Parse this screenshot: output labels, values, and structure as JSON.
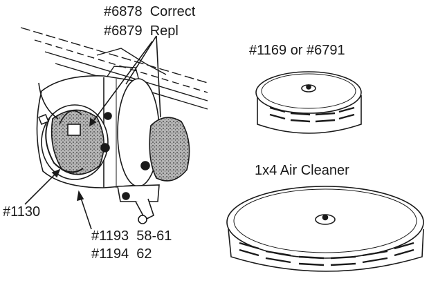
{
  "labels": {
    "part_6878": "#6878  Correct",
    "part_6879": "#6879  Repl",
    "part_1169": "#1169 or #6791",
    "air_cleaner_1x4": "1x4 Air Cleaner",
    "part_1130": "#1130",
    "part_1193": "#1193  58-61",
    "part_1194": "#1194  62"
  },
  "colors": {
    "ink": "#1a1a1a",
    "paper": "#ffffff",
    "stipple": "#8a8a8a"
  }
}
